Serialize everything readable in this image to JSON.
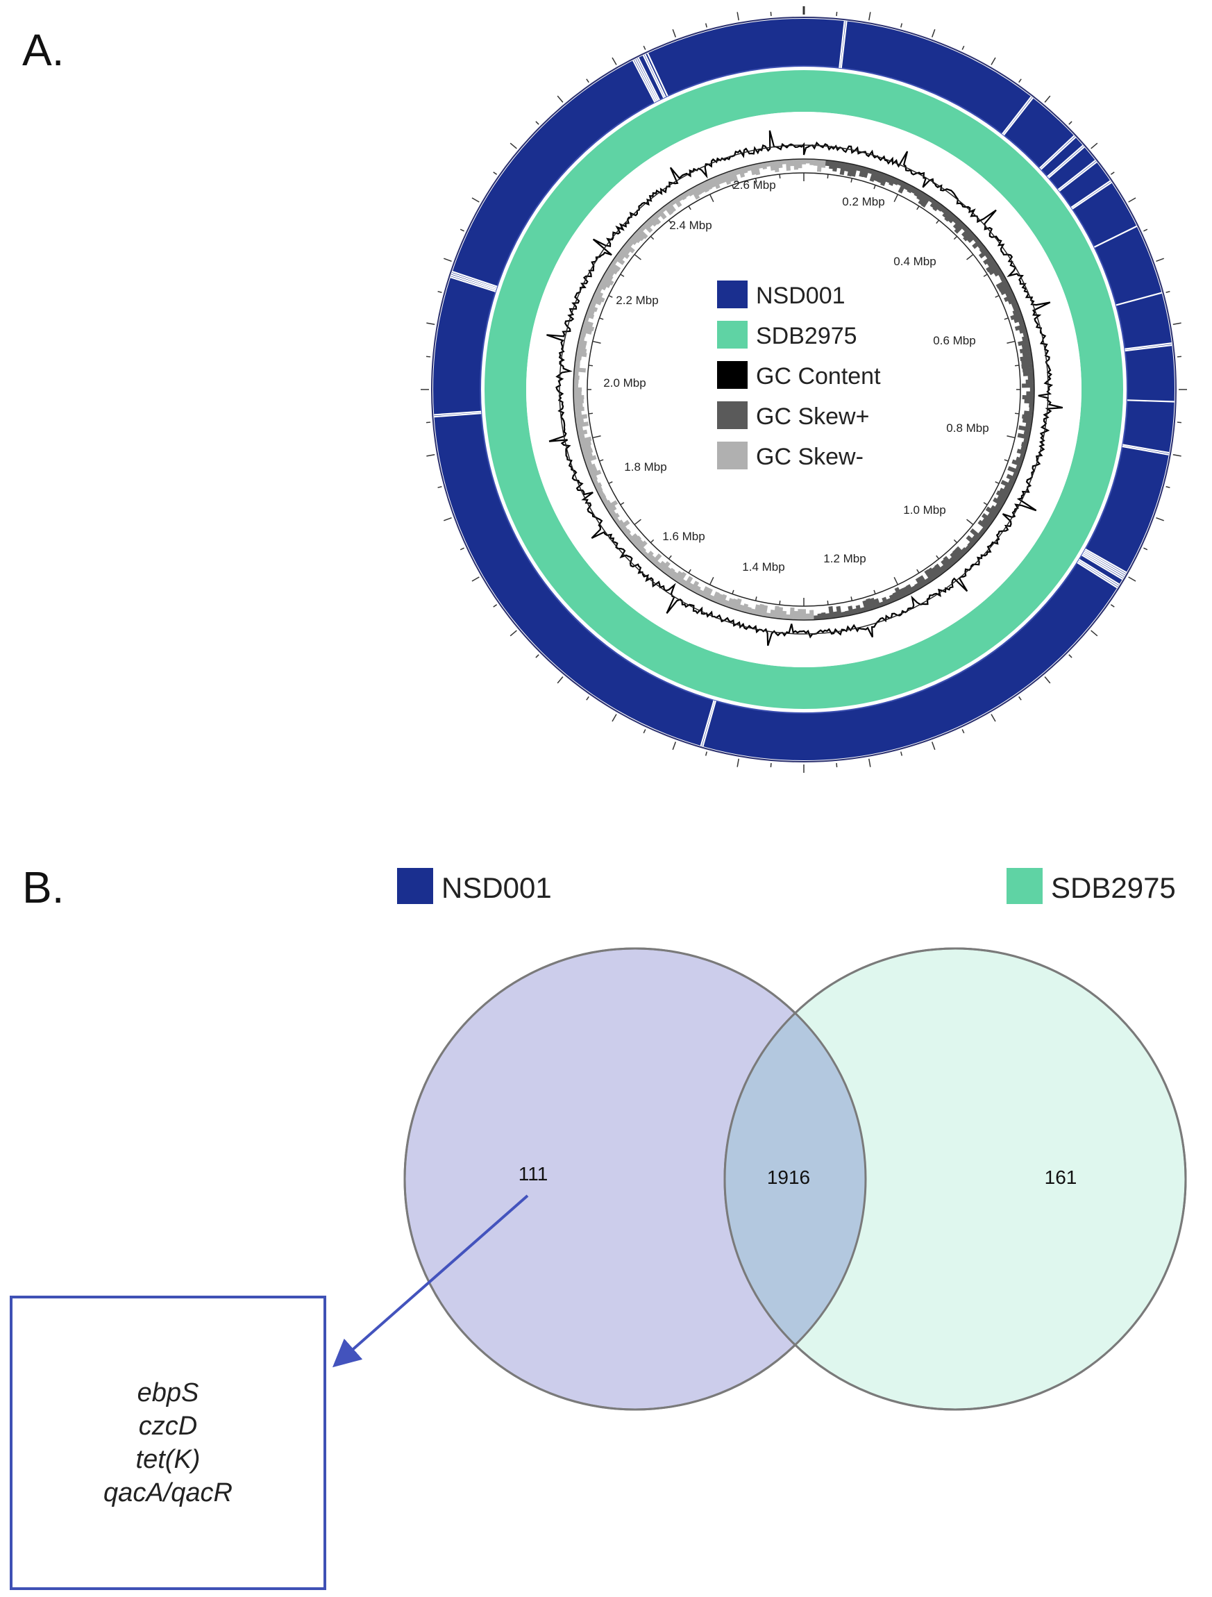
{
  "panel_a": {
    "label": "A.",
    "ticks": [
      "0.2 Mbp",
      "0.4 Mbp",
      "0.6 Mbp",
      "0.8 Mbp",
      "1.0 Mbp",
      "1.2 Mbp",
      "1.4 Mbp",
      "1.6 Mbp",
      "1.8 Mbp",
      "2.0 Mbp",
      "2.2 Mbp",
      "2.4 Mbp",
      "2.6 Mbp"
    ],
    "legend": [
      {
        "label": "NSD001",
        "color": "#1a2f8f"
      },
      {
        "label": "SDB2975",
        "color": "#5fd3a4"
      },
      {
        "label": "GC Content",
        "color": "#000000"
      },
      {
        "label": "GC Skew+",
        "color": "#5a5a5a"
      },
      {
        "label": "GC Skew-",
        "color": "#b0b0b0"
      }
    ]
  },
  "panel_b": {
    "label": "B.",
    "legend": [
      {
        "label": "NSD001",
        "color": "#1a2f8f"
      },
      {
        "label": "SDB2975",
        "color": "#5fd3a4"
      }
    ],
    "counts": {
      "left": "111",
      "overlap": "1916",
      "right": "161"
    },
    "left_fill": "#cccdeb",
    "right_fill": "#dff7ee",
    "overlap_fill": "#b3c8df",
    "genes": [
      "ebpS",
      "czcD",
      "tet(K)",
      "qacA/qacR"
    ],
    "arrow_color": "#4353bd"
  }
}
